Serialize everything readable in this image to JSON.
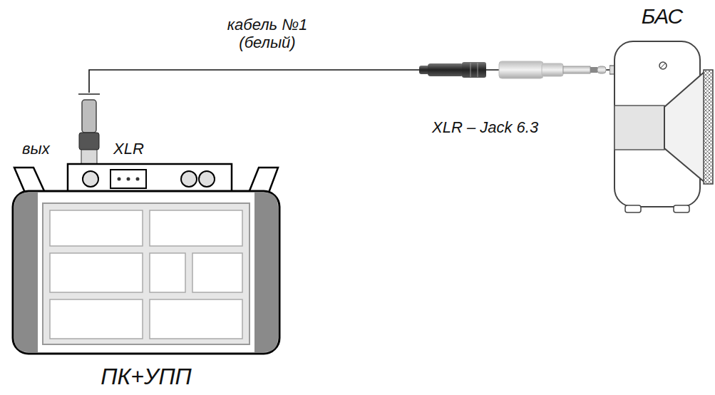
{
  "diagram": {
    "nodes": [
      {
        "text": [
          "ПК+УПП"
        ]
      },
      {
        "text": [
          "БАС"
        ]
      }
    ],
    "edges": [
      {
        "from": 0,
        "to": 1,
        "arrow": "none",
        "label": "кабель №1 (белый)"
      }
    ],
    "labels": [
      "вых",
      "XLR",
      "XLR – Jack 6.3"
    ]
  }
}
